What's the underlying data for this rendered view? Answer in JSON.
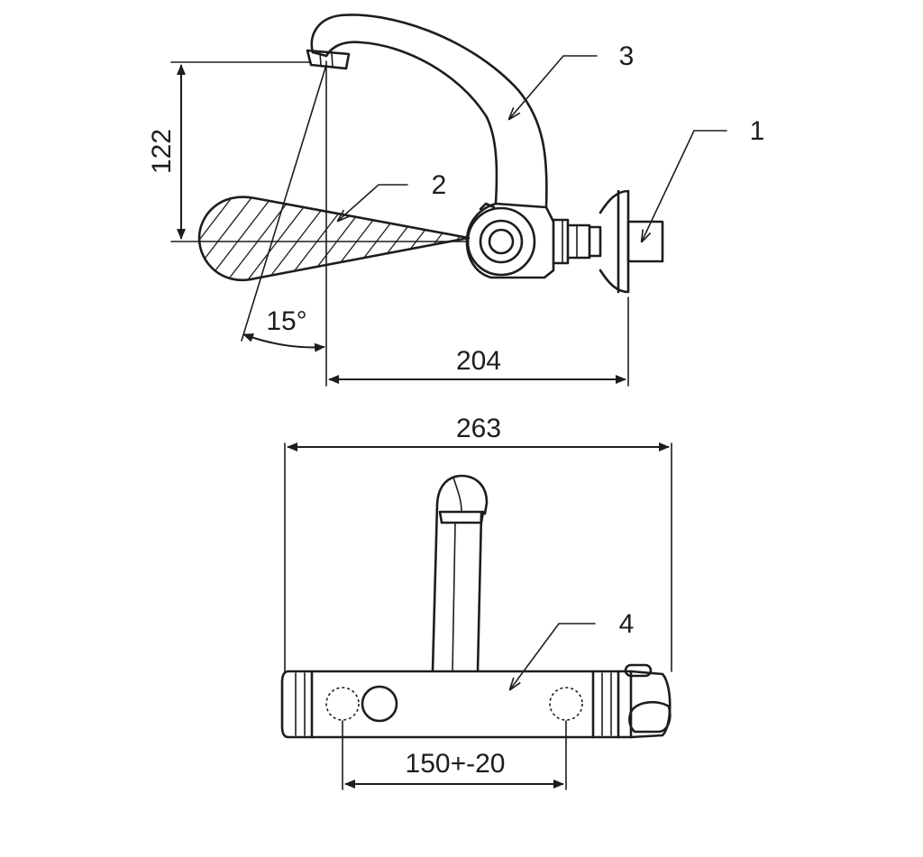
{
  "dimensions": {
    "height_outlet": "122",
    "projection": "204",
    "swivel_angle": "15°",
    "total_width": "263",
    "inlet_centres": "150+-20"
  },
  "callouts": {
    "fixing": "1",
    "spray_zone": "2",
    "spout": "3",
    "body": "4"
  }
}
